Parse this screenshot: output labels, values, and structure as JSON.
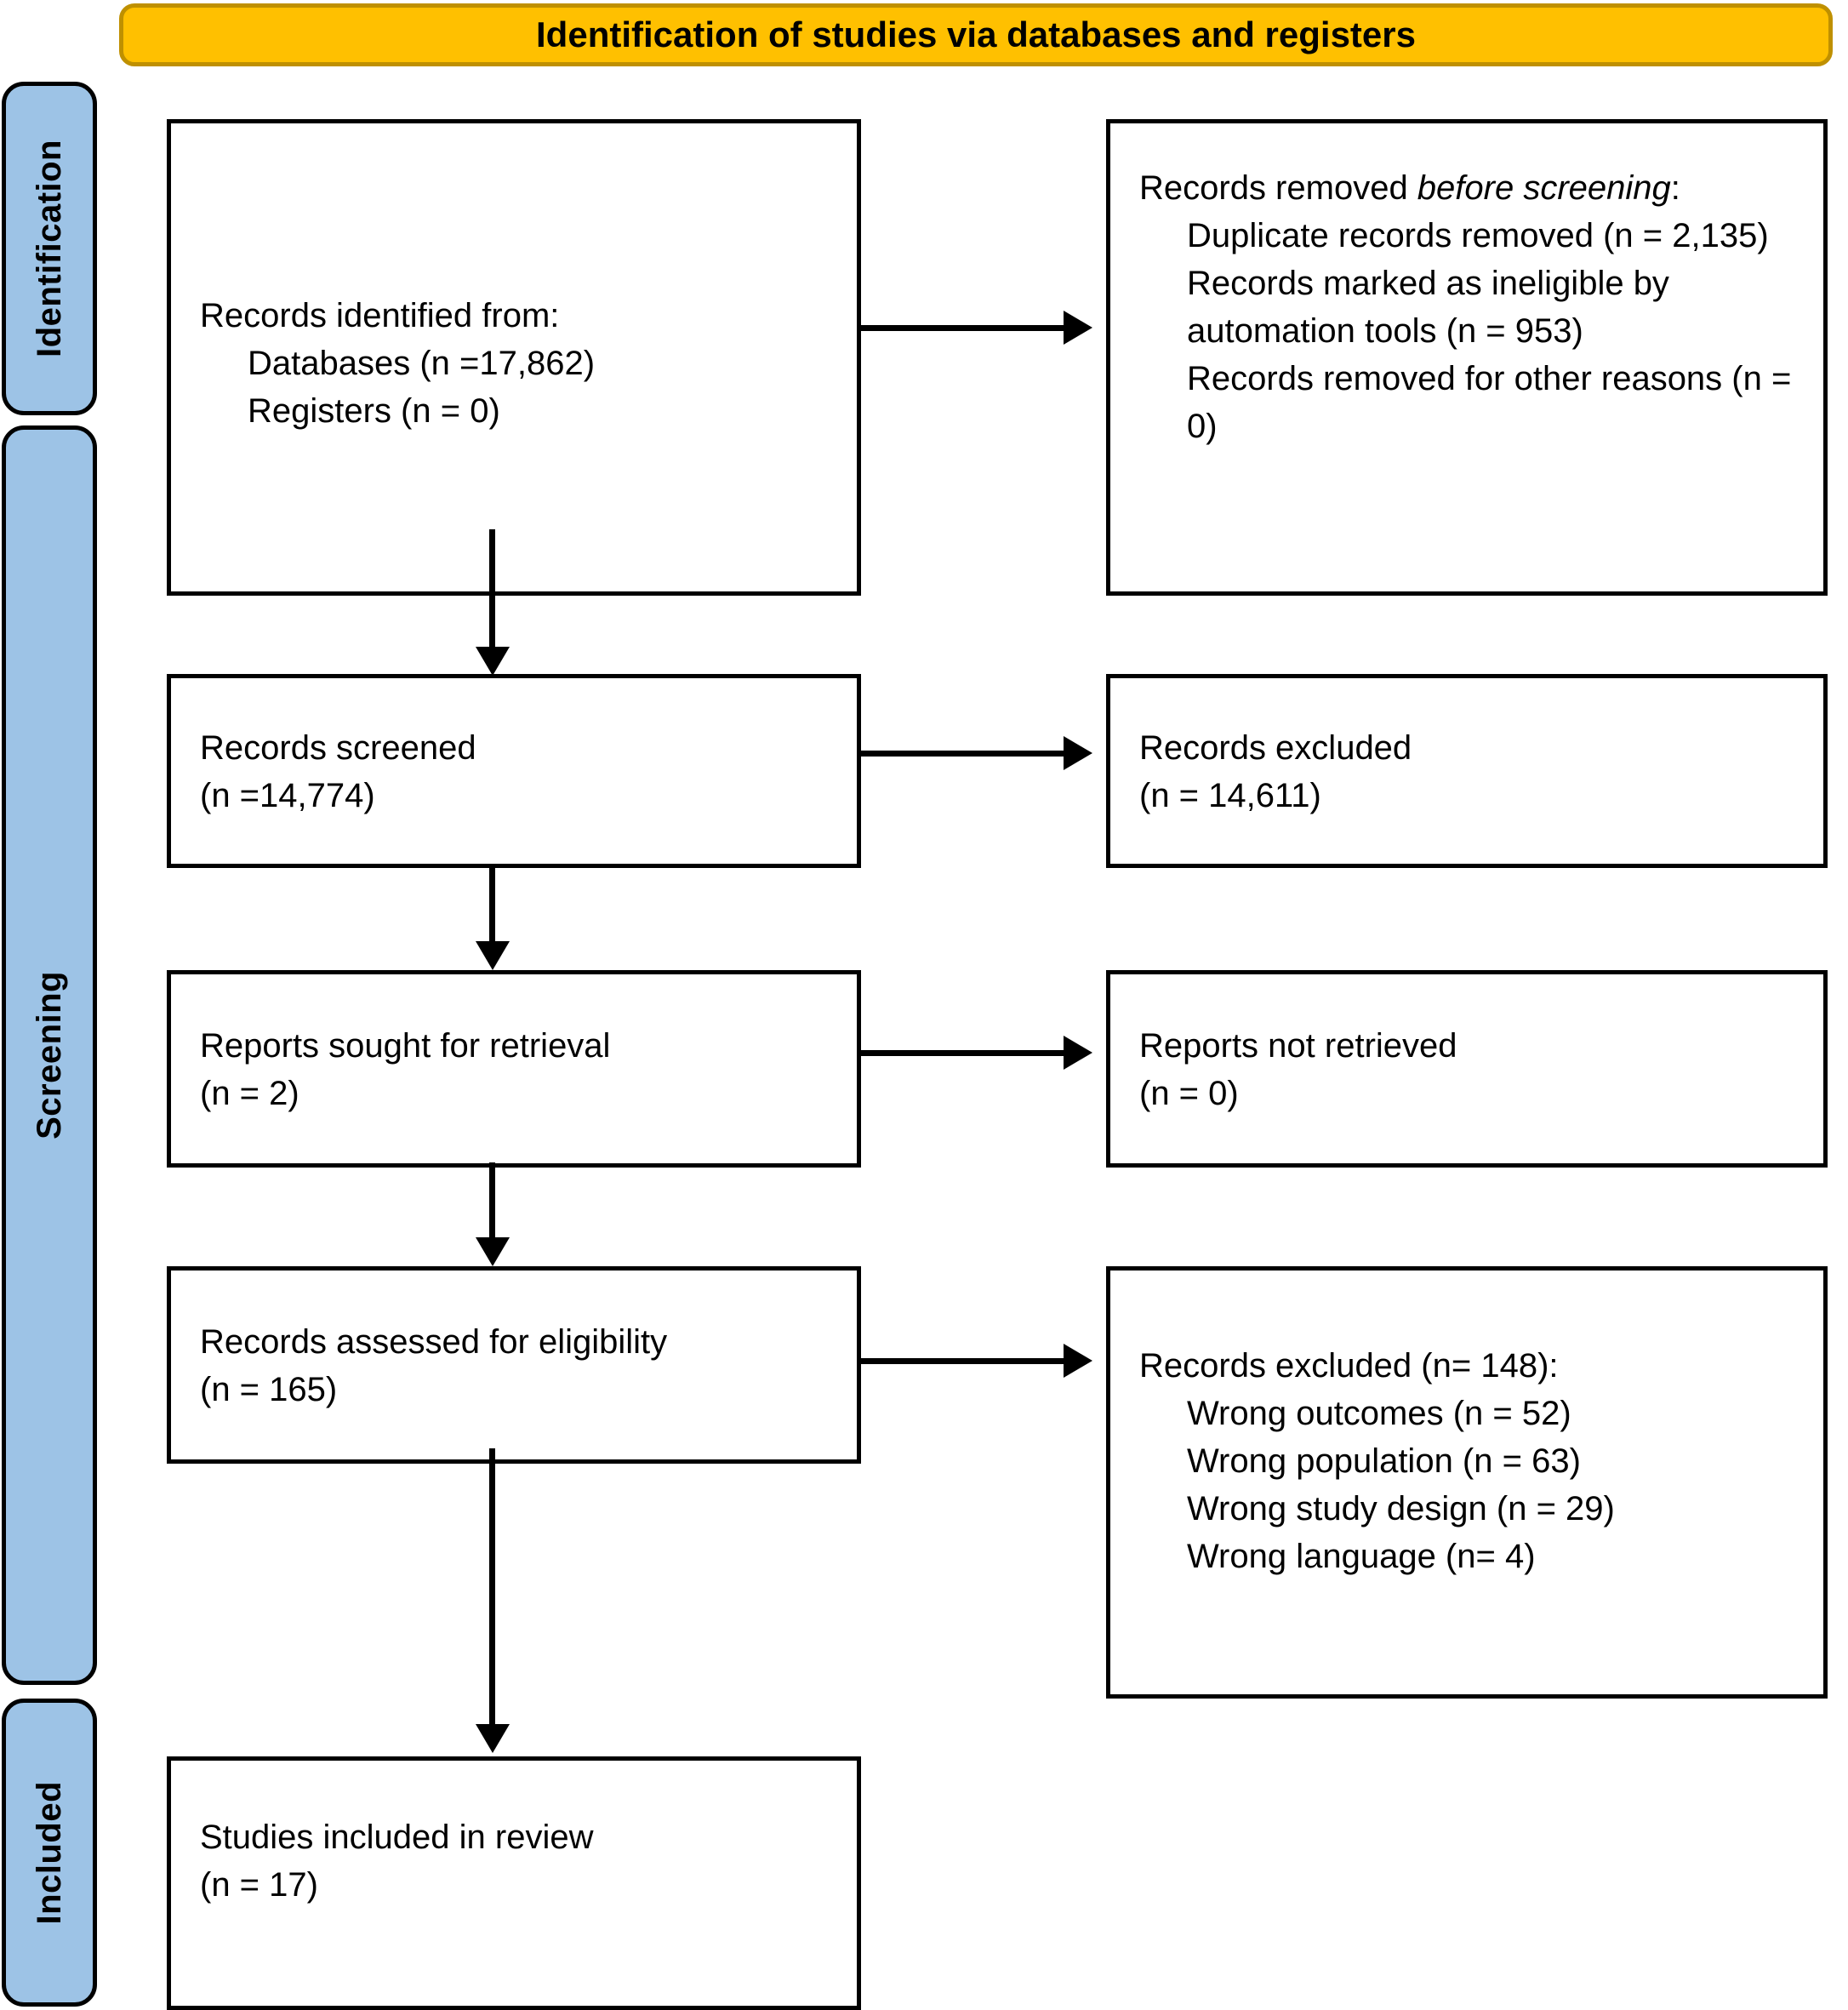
{
  "banner": {
    "title": "Identification of studies via databases and registers",
    "fill_color": "#FFC000",
    "border_color": "#BF9000"
  },
  "stages": {
    "fill_color": "#9DC3E6",
    "items": [
      {
        "id": "identification",
        "label": "Identification"
      },
      {
        "id": "screening",
        "label": "Screening"
      },
      {
        "id": "included",
        "label": "Included"
      }
    ]
  },
  "boxes": {
    "identified": {
      "line1": "Records identified from:",
      "line2": "Databases (n =17,862)",
      "line3": "Registers (n = 0)"
    },
    "removed": {
      "line1_prefix": "Records removed ",
      "line1_italic": "before screening",
      "line1_suffix": ":",
      "line2": "Duplicate records removed (n = 2,135)",
      "line3": "Records marked as ineligible by automation tools (n = 953)",
      "line4": "Records removed for other reasons (n = 0)"
    },
    "screened": {
      "line1": "Records screened",
      "line2": "(n =14,774)"
    },
    "excluded_screened": {
      "line1": "Records excluded",
      "line2": "(n = 14,611)"
    },
    "sought": {
      "line1": "Reports sought for retrieval",
      "line2": "(n = 2)"
    },
    "not_retrieved": {
      "line1": "Reports not retrieved",
      "line2": "(n = 0)"
    },
    "assessed": {
      "line1": "Records assessed for eligibility",
      "line2": "(n = 165)"
    },
    "excluded_eligibility": {
      "line1": "Records excluded (n= 148):",
      "line2": "Wrong outcomes (n = 52)",
      "line3": "Wrong population (n = 63)",
      "line4": "Wrong study design (n = 29)",
      "line5": "Wrong language (n= 4)"
    },
    "included": {
      "line1": "Studies included in review",
      "line2": "(n = 17)"
    }
  },
  "chart_data": {
    "type": "diagram",
    "title": "Identification of studies via databases and registers",
    "nodes": [
      {
        "id": "identified",
        "stage": "Identification",
        "label": "Records identified from",
        "databases": 17862,
        "registers": 0
      },
      {
        "id": "removed",
        "stage": "Identification",
        "label": "Records removed before screening",
        "duplicate_records_removed": 2135,
        "marked_ineligible_by_automation_tools": 953,
        "removed_for_other_reasons": 0
      },
      {
        "id": "screened",
        "stage": "Screening",
        "label": "Records screened",
        "n": 14774
      },
      {
        "id": "excluded_screened",
        "stage": "Screening",
        "label": "Records excluded",
        "n": 14611
      },
      {
        "id": "sought",
        "stage": "Screening",
        "label": "Reports sought for retrieval",
        "n": 2
      },
      {
        "id": "not_retrieved",
        "stage": "Screening",
        "label": "Reports not retrieved",
        "n": 0
      },
      {
        "id": "assessed",
        "stage": "Screening",
        "label": "Records assessed for eligibility",
        "n": 165
      },
      {
        "id": "excluded_eligibility",
        "stage": "Screening",
        "label": "Records excluded",
        "n": 148,
        "reasons": {
          "wrong_outcomes": 52,
          "wrong_population": 63,
          "wrong_study_design": 29,
          "wrong_language": 4
        }
      },
      {
        "id": "included",
        "stage": "Included",
        "label": "Studies included in review",
        "n": 17
      }
    ],
    "edges": [
      {
        "from": "identified",
        "to": "removed"
      },
      {
        "from": "identified",
        "to": "screened"
      },
      {
        "from": "screened",
        "to": "excluded_screened"
      },
      {
        "from": "screened",
        "to": "sought"
      },
      {
        "from": "sought",
        "to": "not_retrieved"
      },
      {
        "from": "sought",
        "to": "assessed"
      },
      {
        "from": "assessed",
        "to": "excluded_eligibility"
      },
      {
        "from": "assessed",
        "to": "included"
      }
    ]
  }
}
